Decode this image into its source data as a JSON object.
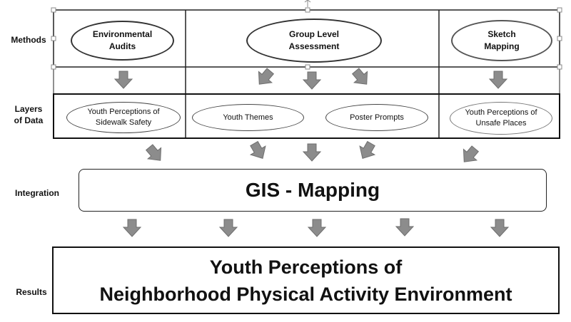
{
  "labels": {
    "methods": "Methods",
    "layers_line1": "Layers",
    "layers_line2": "of Data",
    "integration": "Integration",
    "results": "Results"
  },
  "methods": {
    "environmental_audits": [
      "Environmental",
      "Audits"
    ],
    "group_level_assessment": [
      "Group Level",
      "Assessment"
    ],
    "sketch_mapping": [
      "Sketch",
      "Mapping"
    ]
  },
  "layers": {
    "sidewalk_safety": [
      "Youth Perceptions of",
      "Sidewalk Safety"
    ],
    "youth_themes": "Youth Themes",
    "poster_prompts": "Poster Prompts",
    "unsafe_places": [
      "Youth Perceptions of",
      "Unsafe Places"
    ]
  },
  "integration": {
    "title": "GIS - Mapping"
  },
  "results": {
    "line1": "Youth Perceptions of",
    "line2": "Neighborhood Physical Activity Environment"
  },
  "colors": {
    "arrow_fill": "#8c8c8c",
    "arrow_stroke": "#6e6e6e",
    "border": "#222222",
    "background": "#ffffff"
  }
}
